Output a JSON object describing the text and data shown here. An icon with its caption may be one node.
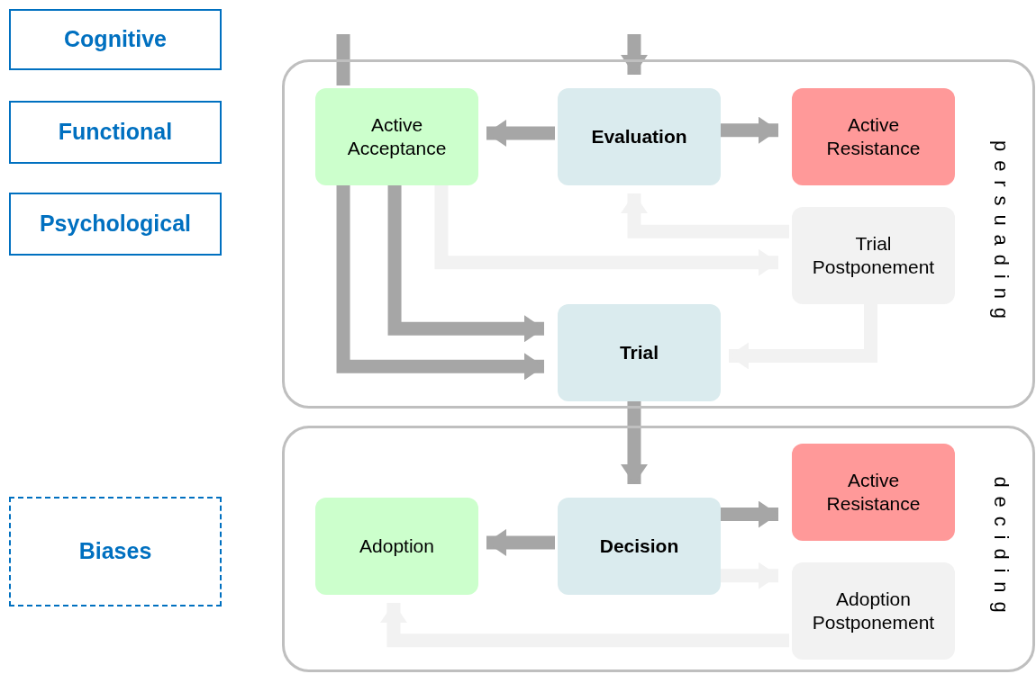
{
  "diagram": {
    "nodes": [
      {
        "text": [
          "Cognitive"
        ]
      },
      {
        "text": [
          "Functional"
        ]
      },
      {
        "text": [
          "Psychological"
        ]
      },
      {
        "text": [
          "Biases"
        ]
      },
      {
        "text": [
          "persuading"
        ]
      },
      {
        "text": [
          "Active Acceptance"
        ],
        "in": 4
      },
      {
        "text": [
          "Evaluation"
        ],
        "in": 4
      },
      {
        "text": [
          "Active Resistance"
        ],
        "in": 4
      },
      {
        "text": [
          "Trial Postponement"
        ],
        "in": 4
      },
      {
        "text": [
          "Trial"
        ],
        "in": 4
      },
      {
        "text": [
          "deciding"
        ]
      },
      {
        "text": [
          "Adoption"
        ],
        "in": 10
      },
      {
        "text": [
          "Decision"
        ],
        "in": 10
      },
      {
        "text": [
          "Active Resistance"
        ],
        "in": 10
      },
      {
        "text": [
          "Adoption Postponement"
        ],
        "in": 10
      }
    ],
    "edges": [
      {
        "from": null,
        "to": 5,
        "arrow": "none"
      },
      {
        "from": null,
        "to": 6,
        "arrow": "to"
      },
      {
        "from": 6,
        "to": 5,
        "arrow": "to"
      },
      {
        "from": 6,
        "to": 7,
        "arrow": "to"
      },
      {
        "from": 8,
        "to": 6,
        "arrow": "to",
        "color": "#f2f2f2"
      },
      {
        "from": 5,
        "to": 8,
        "arrow": "to",
        "color": "#f2f2f2"
      },
      {
        "from": 5,
        "to": 9,
        "arrow": "to"
      },
      {
        "from": 5,
        "to": 9,
        "arrow": "to"
      },
      {
        "from": 8,
        "to": 9,
        "arrow": "to",
        "color": "#f2f2f2"
      },
      {
        "from": 9,
        "to": 12,
        "arrow": "to"
      },
      {
        "from": 12,
        "to": 11,
        "arrow": "to"
      },
      {
        "from": 12,
        "to": 13,
        "arrow": "to"
      },
      {
        "from": 12,
        "to": 14,
        "arrow": "to",
        "color": "#f2f2f2"
      },
      {
        "from": 14,
        "to": 11,
        "arrow": "to",
        "color": "#f2f2f2"
      }
    ]
  }
}
